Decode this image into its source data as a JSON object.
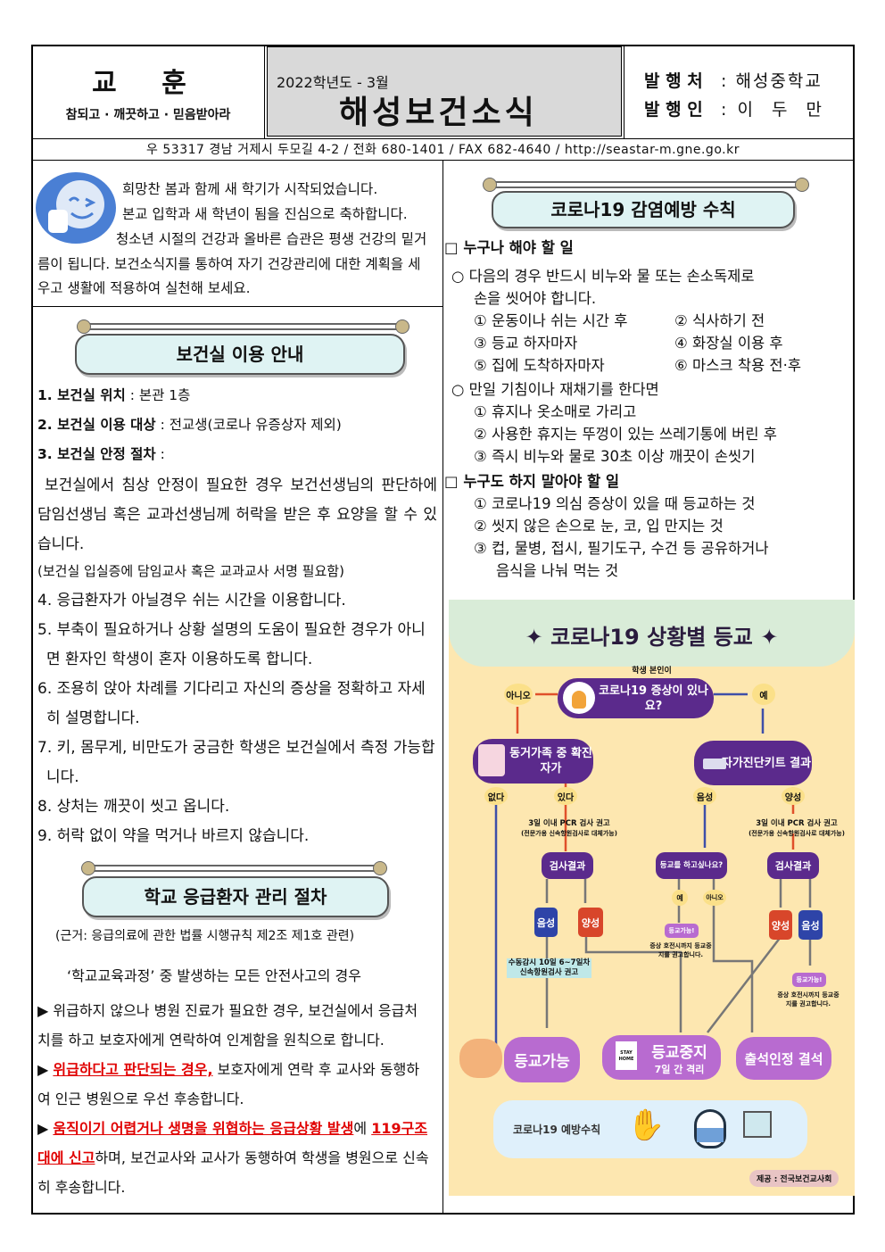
{
  "header": {
    "motto_title": "교  훈",
    "motto": "참되고 · 깨끗하고 · 믿음받아라",
    "issue": "2022학년도 - 3월",
    "title": "해성보건소식",
    "publisher_label": "발 행 처",
    "publisher": ": 해성중학교",
    "issuer_label": "발 행 인",
    "issuer": ": 이  두  만"
  },
  "address": "우 53317  경남 거제시 두모길 4-2 / 전화 680-1401 / FAX 682-4640 / http://seastar-m.gne.go.kr",
  "intro": {
    "line1": "희망찬 봄과 함께 새 학기가 시작되었습니다.",
    "line2": "본교 입학과 새 학년이 됨을 진심으로 축하합니다.",
    "line3": "청소년 시절의 건강과 올바른 습관은 평생 건강의 밑거",
    "line4": "름이 됩니다. 보건소식지를 통하여 자기 건강관리에 대한 계획을 세",
    "line5": "우고 생활에 적용하여 실천해 보세요."
  },
  "health_room": {
    "title": "보건실 이용 안내",
    "item1_label": "1. 보건실 위치",
    "item1_value": " : 본관 1층",
    "item2_label": "2. 보건실 이용 대상",
    "item2_value": " : 전교생(코로나 유증상자 제외)",
    "item3_label": "3. 보건실 안정 절차",
    "item3_value": " :",
    "item3_text": "보건실에서 침상 안정이 필요한 경우 보건선생님의 판단하에 담임선생님 혹은 교과선생님께 허락을 받은 후 요양을 할 수 있습니다.",
    "item3_note": "(보건실 입실증에 담임교사 혹은 교과교사 서명 필요함)",
    "items": [
      "4. 응급환자가 아닐경우 쉬는 시간을 이용합니다.",
      "5. 부축이 필요하거나 상황 설명의 도움이 필요한 경우가 아니면 환자인 학생이 혼자 이용하도록 합니다.",
      "6. 조용히 앉아 차례를 기다리고 자신의 증상을 정확하고 자세히 설명합니다.",
      "7. 키, 몸무게, 비만도가 궁금한 학생은 보건실에서 측정 가능합니다.",
      "8. 상처는 깨끗이 씻고 옵니다.",
      "9. 허락 없이 약을 먹거나 바르지 않습니다."
    ]
  },
  "emergency": {
    "title": "학교 응급환자 관리 절차",
    "basis": "(근거: 응급의료에 관한 법률 시행규칙 제2조 제1호 관련)",
    "intro": "‘학교교육과정’ 중 발생하는 모든 안전사고의 경우",
    "b1": "위급하지 않으나 병원 진료가 필요한 경우, 보건실에서 응급처치를 하고 보호자에게 연락하여 인계함을 원칙으로 합니다.",
    "b2_red": "위급하다고 판단되는 경우,",
    "b2": " 보호자에게 연락 후 교사와 동행하여 인근 병원으로 우선 후송합니다.",
    "b3_red": "움직이기 어렵거나 생명을 위협하는 응급상황 발생",
    "b3_a": "에",
    "b3_red2": "119구조대에 신고",
    "b3_b": "하며, 보건교사와 교사가 동행하여 학생을 병원으로 신속히 후송합니다."
  },
  "covid_rules": {
    "title": "코로나19 감염예방 수칙",
    "sec1": "□ 누구나 해야 할 일",
    "s1_intro": "○ 다음의 경우 반드시 비누와 물 또는 손소독제로",
    "s1_intro2": "손을 씻어야 합니다.",
    "s1_items": [
      "① 운동이나 쉬는 시간 후",
      "② 식사하기 전",
      "③ 등교 하자마자",
      "④ 화장실 이용 후",
      "⑤ 집에 도착하자마자",
      "⑥ 마스크 착용 전·후"
    ],
    "s1_cough": "○ 만일 기침이나 재채기를 한다면",
    "s1_cough_items": [
      "① 휴지나 옷소매로 가리고",
      "② 사용한 휴지는 뚜껑이 있는 쓰레기통에 버린 후",
      "③ 즉시 비누와 물로 30초 이상 깨끗이 손씻기"
    ],
    "sec2": "□ 누구도 하지 말아야 할 일",
    "s2_items": [
      "① 코로나19 의심 증상이 있을 때 등교하는 것",
      "② 씻지 않은 손으로 눈, 코, 입 만지는 것",
      "③ 컵, 물병, 접시, 필기도구, 수건 등 공유하거나",
      "음식을 나눠 먹는 것"
    ]
  },
  "infographic": {
    "title": "✦ 코로나19 상황별 등교 ✦",
    "subject": "학생 본인이",
    "q1": "코로나19 증상이 있나요?",
    "no": "아니오",
    "yes": "예",
    "family": "동거가족 중 확진자가",
    "kit": "자가진단키트 결과",
    "none": "없다",
    "exist": "있다",
    "neg": "음성",
    "pos": "양성",
    "pcr": "3일 이내 PCR 검사  권고",
    "pcr_note": "(전문가용 신속항원검사로 대체가능)",
    "result": "검사결과",
    "want": "등교를 하고싶나요?",
    "ok_small": "등교가능!",
    "ok_note": "증상 호전시까지 등교중지를 권고합니다.",
    "watch": "수동감시 10일 6~7일차 신속항원검사 권고",
    "go": "등교가능",
    "stop": "등교중지",
    "stop_sub": "7일 간 격리",
    "absent": "출석인정 결석",
    "stay_home": "STAY HOME",
    "prevent": "코로나19 예방수칙",
    "credit": "제공 : 전국보건교사회"
  }
}
